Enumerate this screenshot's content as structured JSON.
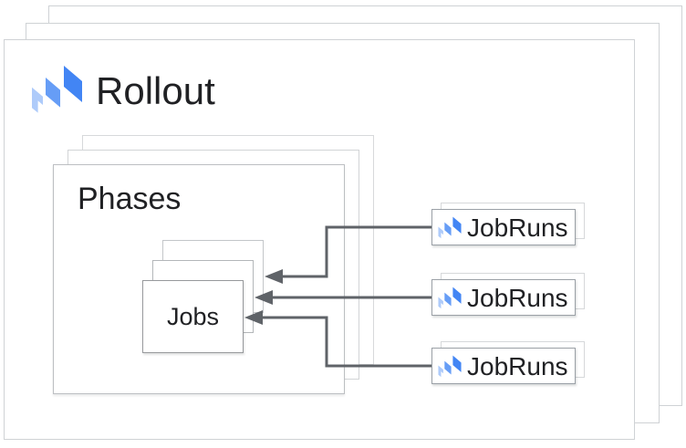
{
  "rollout": {
    "label": "Rollout"
  },
  "phases": {
    "label": "Phases"
  },
  "jobs": {
    "label": "Jobs"
  },
  "jobruns": [
    {
      "label": "JobRuns"
    },
    {
      "label": "JobRuns"
    },
    {
      "label": "JobRuns"
    }
  ],
  "icons": {
    "logo": "cloud-deploy-icon"
  },
  "colors": {
    "icon_blue_dark": "#4285f4",
    "icon_blue_medium": "#669df6",
    "icon_blue_light": "#aecbfa",
    "arrow": "#5f6368",
    "text": "#202124",
    "border_light": "#d6d9dc",
    "border_medium": "#9aa0a6",
    "background": "#ffffff"
  }
}
